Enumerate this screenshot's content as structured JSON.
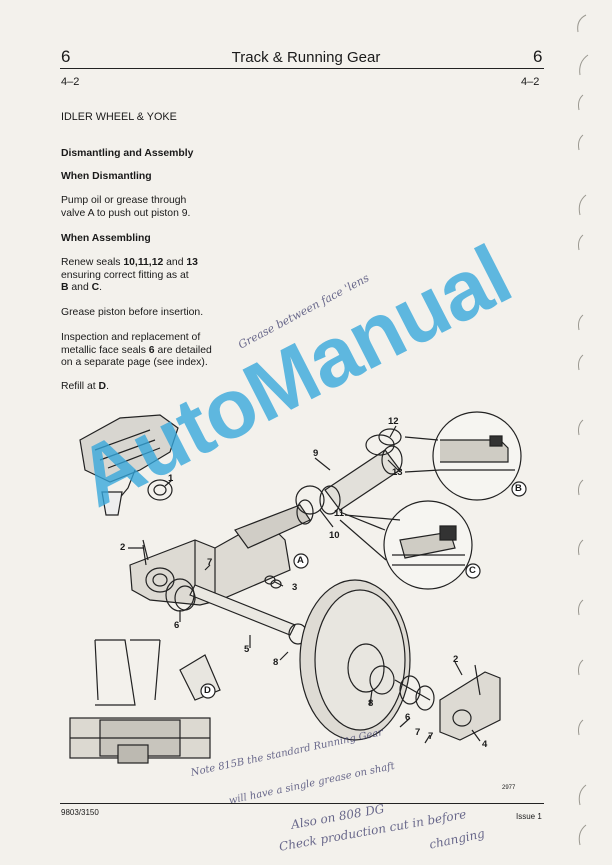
{
  "header": {
    "section_left": "6",
    "title": "Track & Running Gear",
    "section_right": "6",
    "sub_left": "4–2",
    "sub_right": "4–2"
  },
  "body": {
    "heading": "IDLER WHEEL & YOKE",
    "subheading": "Dismantling and Assembly",
    "when_dismantling": "When Dismantling",
    "dismantling_l1": "Pump oil or grease through",
    "dismantling_l2": "valve A to push out piston 9.",
    "when_assembling": "When Assembling",
    "renew_l1_pre": "Renew seals ",
    "renew_l1_bold": "10,11,12",
    "renew_l1_mid": " and ",
    "renew_l1_bold2": "13",
    "renew_l2": "ensuring correct fitting as at",
    "renew_l3_b": "B",
    "renew_l3_mid": " and ",
    "renew_l3_c": "C",
    "renew_l3_end": ".",
    "grease": "Grease piston before insertion.",
    "inspect_l1": "Inspection and replacement of",
    "inspect_l2_pre": "metallic face seals ",
    "inspect_l2_bold": "6",
    "inspect_l2_end": " are detailed",
    "inspect_l3": "on a separate page (see index).",
    "refill_pre": "Refill at ",
    "refill_bold": "D",
    "refill_end": "."
  },
  "callouts": {
    "c1": "1",
    "c2": "2",
    "c2b": "2",
    "c3": "3",
    "c4": "4",
    "c5": "5",
    "c6": "6",
    "c6b": "6",
    "c7": "7",
    "c7b": "7",
    "c7c": "7",
    "c8": "8",
    "c8b": "8",
    "c9": "9",
    "c10": "10",
    "c11": "11",
    "c12": "12",
    "c13": "13",
    "cA": "A",
    "cB": "B",
    "cC": "C",
    "cD": "D"
  },
  "figure_number": "2977",
  "footer": {
    "left": "9803/3150",
    "right": "Issue 1"
  },
  "watermark": "AutoManual",
  "handwriting": {
    "note1": "Grease between face 'lens",
    "note2": "Note 815B the standard Running Gear",
    "note3": "will have a single grease on shaft",
    "note4": "Also on 808 DG",
    "note5": "Check production cut in before",
    "note6": "changing"
  }
}
